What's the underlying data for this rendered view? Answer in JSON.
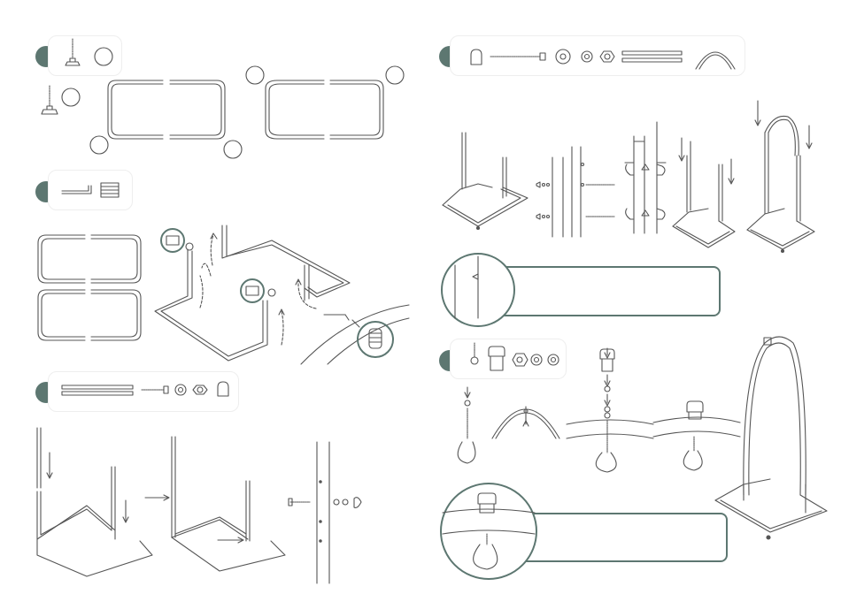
{
  "page": {
    "title": ""
  },
  "steps": [
    {
      "number": "",
      "parts": [
        "leveling-foot",
        "leveling-foot"
      ]
    },
    {
      "number": "",
      "parts": [
        "allen-key",
        "spring-clip"
      ]
    },
    {
      "number": "",
      "parts": [
        "tube",
        "tube",
        "bolt",
        "washer",
        "nut",
        "cap-nut"
      ]
    },
    {
      "number": "",
      "parts": [
        "cap-nut",
        "long-bolt",
        "lock-washer",
        "washer",
        "nut",
        "tube",
        "tube",
        "arch-tube"
      ]
    },
    {
      "number": "",
      "parts": [
        "eye-bolt",
        "lock-nut",
        "hex-nut",
        "spring-washer",
        "washer"
      ]
    }
  ],
  "colors": {
    "accent": "#5d7771",
    "line": "#555555",
    "panel_border": "#eeeeee"
  },
  "icons": [
    "leveling-foot-icon",
    "allen-key-icon",
    "spring-clip-icon",
    "bolt-icon",
    "washer-icon",
    "nut-icon",
    "cap-nut-icon",
    "tube-icon",
    "arch-tube-icon",
    "eye-bolt-icon",
    "arrow-down-icon",
    "arrow-right-icon",
    "dashed-arrow-icon"
  ]
}
